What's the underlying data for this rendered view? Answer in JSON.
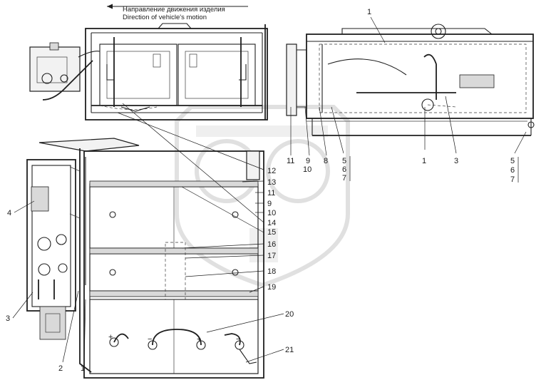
{
  "header": {
    "title_ru": "Направление движения изделия",
    "title_en": "Direction of vehicle's motion"
  },
  "callouts": {
    "c1_top": "1",
    "c1_mid": "1",
    "c1_bot": "1",
    "c2": "2",
    "c3_right": "3",
    "c3_left": "3",
    "c4": "4",
    "c5_a": "5",
    "c6_a": "6",
    "c7_a": "7",
    "c5_b": "5",
    "c6_b": "6",
    "c7_b": "7",
    "c8": "8",
    "c9_a": "9",
    "c10_a": "10",
    "c11_a": "11",
    "c12": "12",
    "c13": "13",
    "c11_b": "11",
    "c9_b": "9",
    "c10_b": "10",
    "c14": "14",
    "c15": "15",
    "c16": "16",
    "c17": "17",
    "c18": "18",
    "c19": "19",
    "c20": "20",
    "c21": "21"
  },
  "terminals": {
    "plus_a": "+",
    "minus_a": "−",
    "plus_b": "+",
    "minus_b": "−"
  }
}
